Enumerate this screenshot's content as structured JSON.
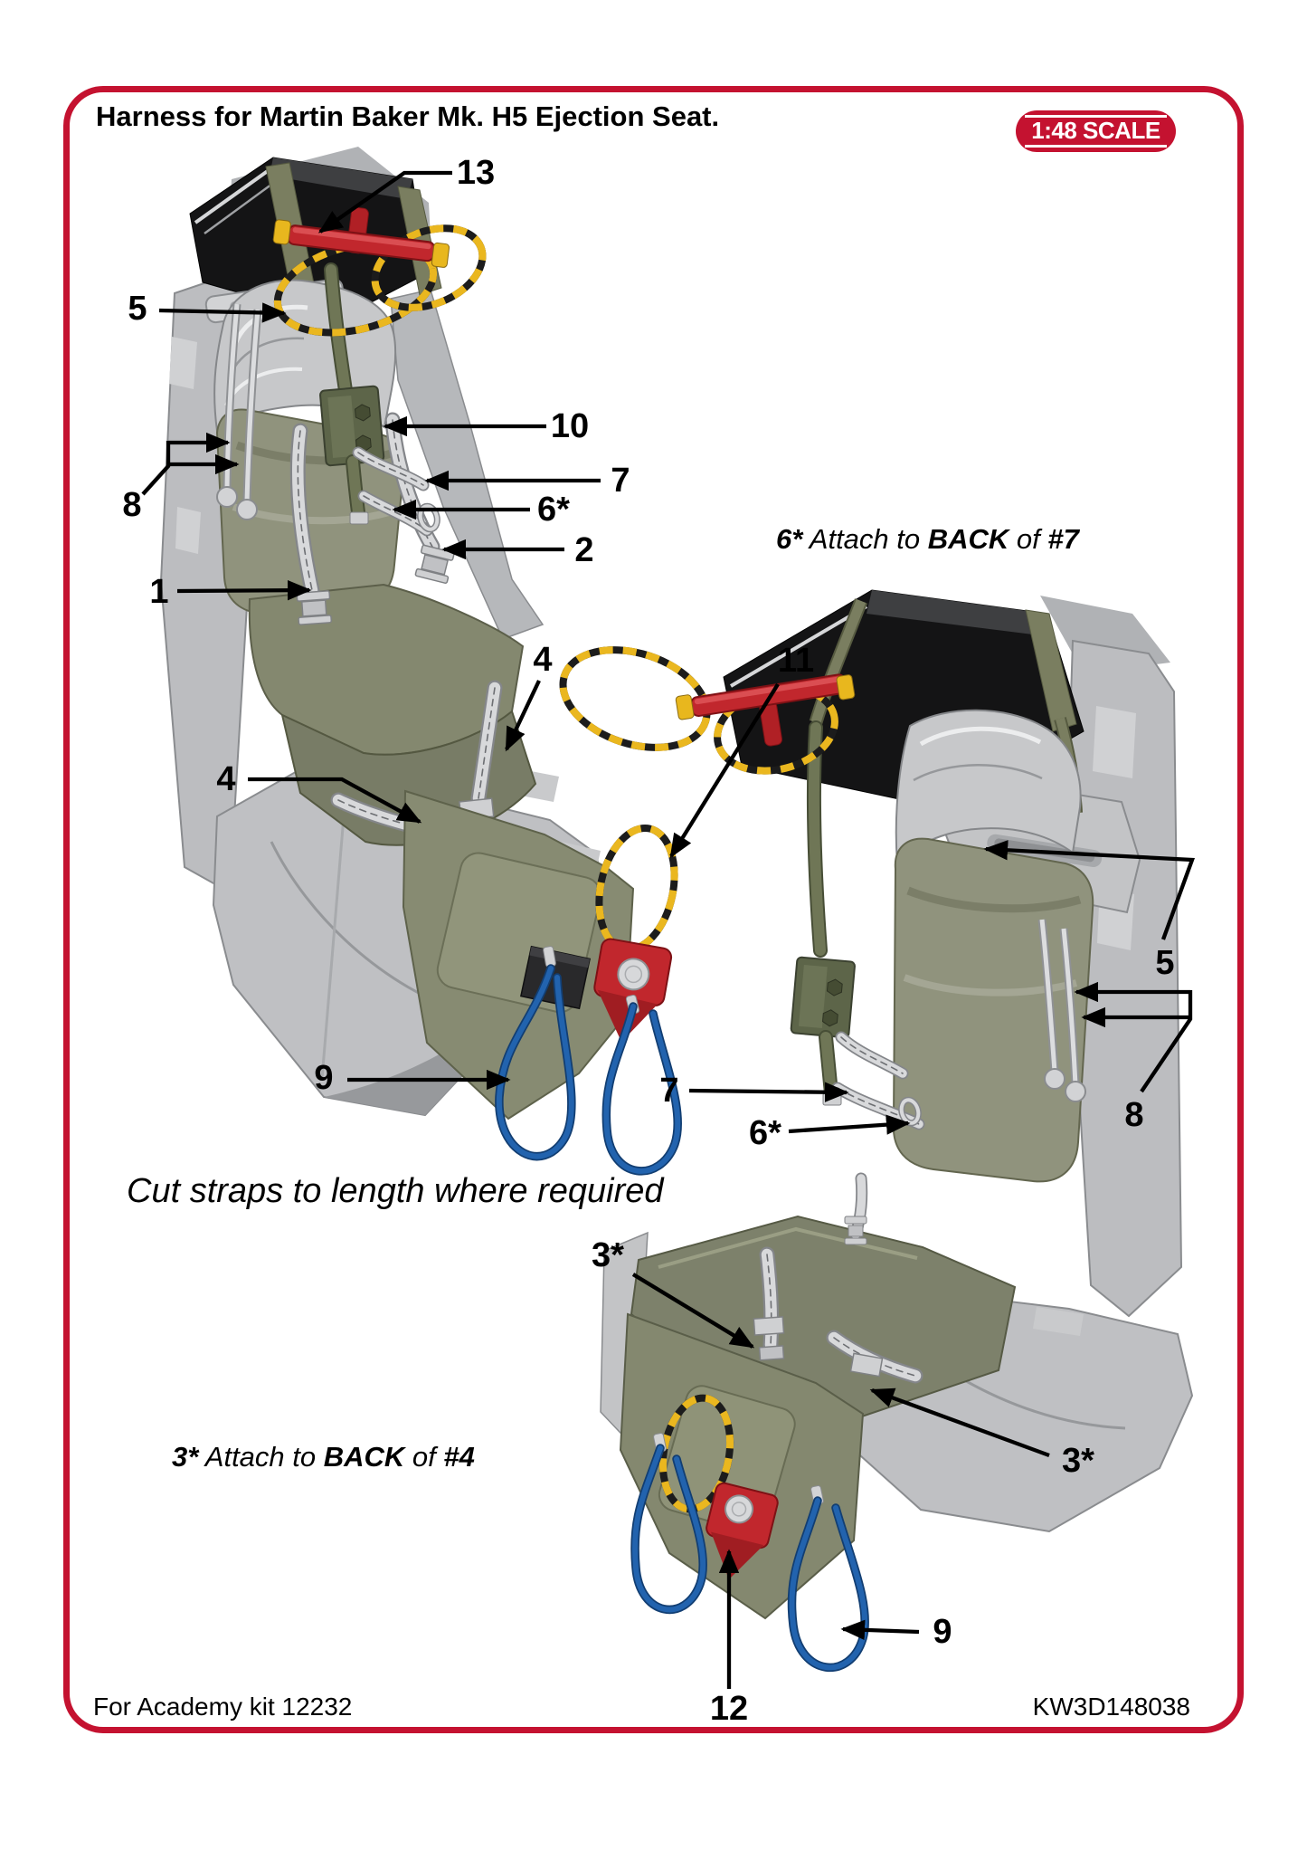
{
  "page": {
    "title": "Harness for Martin Baker Mk. H5 Ejection Seat.",
    "scale_badge": "1:48 SCALE",
    "cut_note": "Cut straps to length where required",
    "footer_left": "For Academy kit 12232",
    "footer_right": "KW3D148038",
    "colors": {
      "frame_red": "#c41230",
      "strap_silver": "#d8d9db",
      "cushion_olive": "#90937d",
      "webbing_green": "#6f7656",
      "handle_red": "#c1272d",
      "loop_yellow": "#eab71f",
      "cord_blue": "#2263ae"
    }
  },
  "notes": {
    "attach6": {
      "b1": "6*",
      "t1": " Attach to ",
      "b2": "BACK",
      "t2": " of ",
      "b3": "#7"
    },
    "attach3": {
      "b1": "3*",
      "t1": " Attach to ",
      "b2": "BACK",
      "t2": " of ",
      "b3": "#4"
    }
  },
  "callouts": {
    "c13": "13",
    "c5_left": "5",
    "c10": "10",
    "c8_left": "8",
    "c1": "1",
    "c7_left": "7",
    "c6_left": "6*",
    "c2": "2",
    "c4_seat": "4",
    "c4_side": "4",
    "c11": "11",
    "c9_left": "9",
    "c5_right": "5",
    "c8_right": "8",
    "c7_right": "7",
    "c6_right": "6*",
    "c3_left": "3*",
    "c3_right": "3*",
    "c9_right": "9",
    "c12": "12"
  }
}
